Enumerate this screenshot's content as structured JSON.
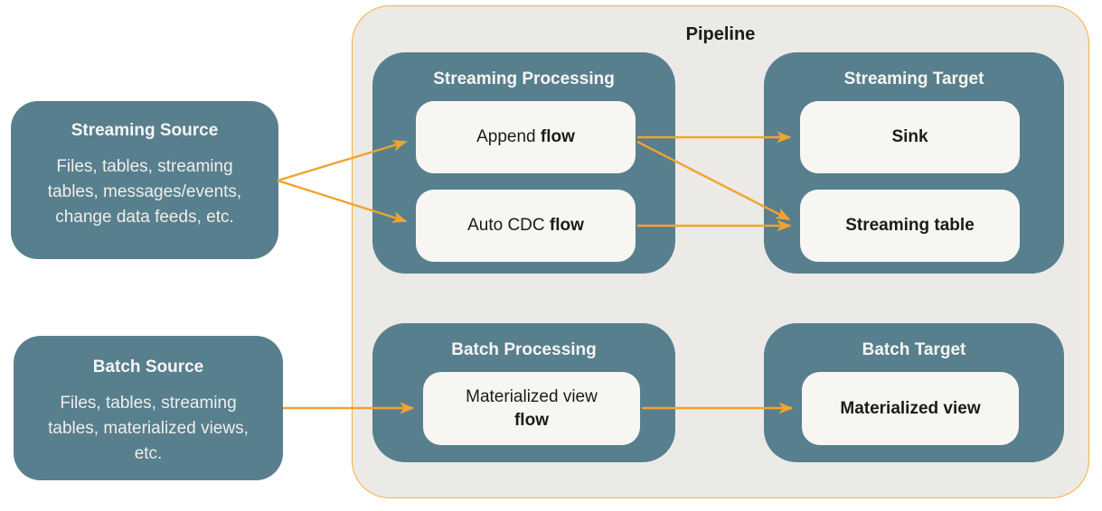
{
  "pipeline": {
    "label": "Pipeline"
  },
  "sources": {
    "streaming": {
      "title": "Streaming Source",
      "description": "Files, tables, streaming tables, messages/events, change data feeds, etc."
    },
    "batch": {
      "title": "Batch Source",
      "description": "Files, tables, streaming tables, materialized views, etc."
    }
  },
  "groups": {
    "streaming_processing": {
      "title": "Streaming Processing"
    },
    "streaming_target": {
      "title": "Streaming Target"
    },
    "batch_processing": {
      "title": "Batch Processing"
    },
    "batch_target": {
      "title": "Batch Target"
    }
  },
  "nodes": {
    "append_flow": {
      "regular": "Append",
      "bold": "flow"
    },
    "auto_cdc_flow": {
      "regular": "Auto CDC",
      "bold": "flow"
    },
    "sink": {
      "bold": "Sink"
    },
    "streaming_table": {
      "bold": "Streaming table"
    },
    "materialized_view_flow": {
      "regular": "Materialized view",
      "bold": "flow"
    },
    "materialized_view": {
      "bold": "Materialized view"
    }
  },
  "colors": {
    "teal_box": "#587F8E",
    "pipeline_background": "#ECEAE6",
    "pipeline_border": "#F4B13E",
    "arrow_orange": "#F0A330",
    "node_background": "#F8F6F2",
    "text_dark": "#1B1B1B",
    "text_light": "#F7F6F2"
  }
}
